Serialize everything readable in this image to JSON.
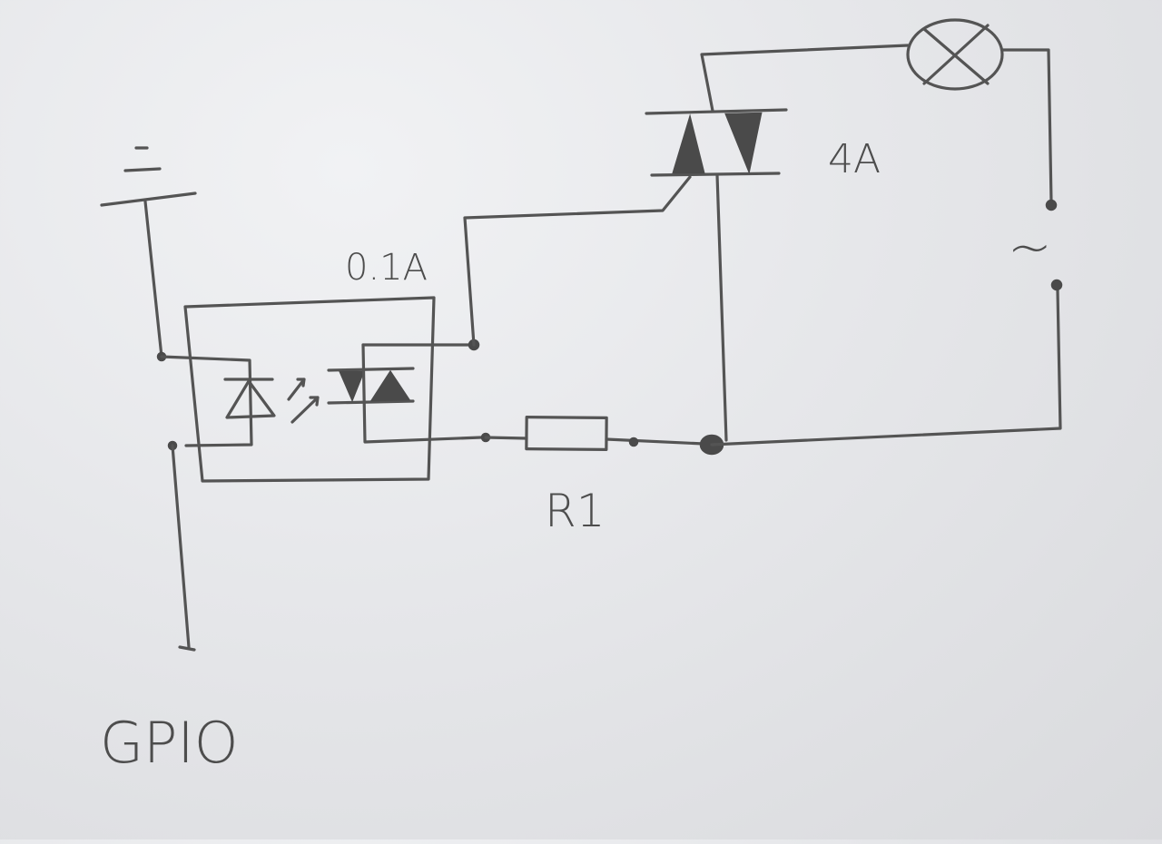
{
  "diagram": {
    "labels": {
      "optotriac_current": "0.1A",
      "triac_current": "4A",
      "resistor": "R1",
      "input": "GPIO",
      "ac_source": "~"
    },
    "colors": {
      "pencil": "#545454",
      "paper": "#e6e7ea"
    }
  }
}
